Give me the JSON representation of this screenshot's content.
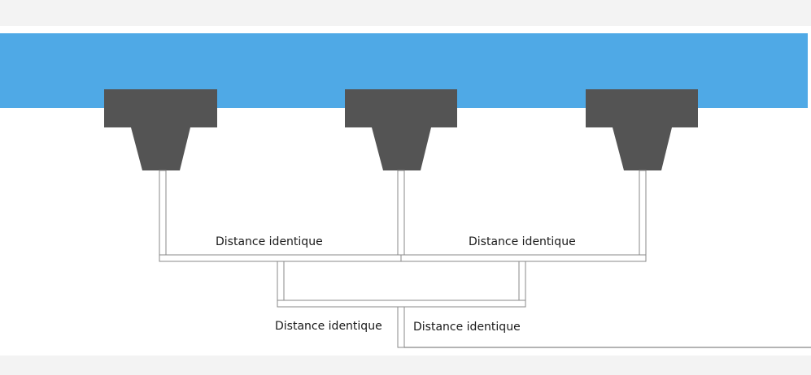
{
  "colors": {
    "page_background": "#f3f3f3",
    "diagram_background": "#ffffff",
    "ceiling_band": "#4fa9e6",
    "nozzle": "#545454",
    "pipe_stroke": "#8a8a8a",
    "pipe_fill": "#ffffff"
  },
  "labels": {
    "top_left": "Distance identique",
    "top_right": "Distance identique",
    "bottom_left": "Distance identique",
    "bottom_right": "Distance identique"
  }
}
